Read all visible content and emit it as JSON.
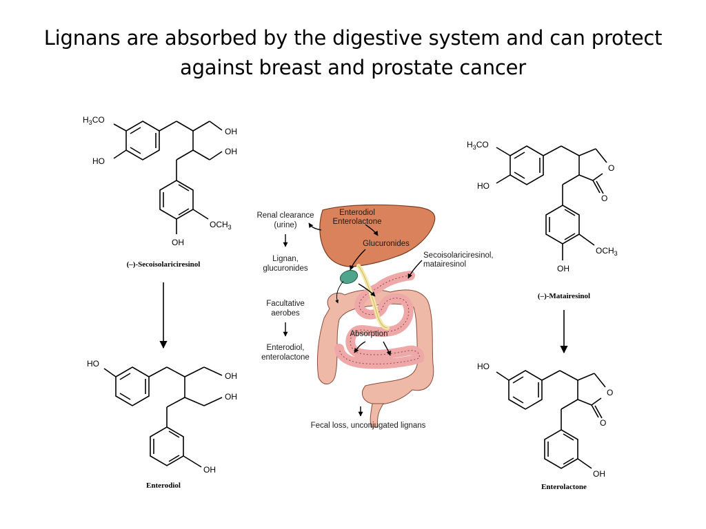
{
  "title": {
    "line1": "Lignans are absorbed by the digestive system and can protect",
    "line2": "against breast and prostate cancer"
  },
  "molecules": {
    "secoisolariciresinol": {
      "name": "(–)-Secoisolariciresinol",
      "groups": {
        "h3co": "H3CO",
        "ho": "HO",
        "oh1": "OH",
        "oh2": "OH",
        "och3": "OCH3",
        "oh_bottom": "OH"
      }
    },
    "enterodiol": {
      "name": "Enterodiol",
      "groups": {
        "ho": "HO",
        "oh1": "OH",
        "oh2": "OH",
        "oh_bottom": "OH"
      }
    },
    "matairesinol": {
      "name": "(–)-Matairesinol",
      "groups": {
        "h3co": "H3CO",
        "ho": "HO",
        "ring_o": "O",
        "carbonyl_o": "O",
        "och3": "OCH3",
        "oh_bottom": "OH"
      }
    },
    "enterolactone": {
      "name": "Enterolactone",
      "groups": {
        "ho": "HO",
        "ring_o": "O",
        "carbonyl_o": "O",
        "oh_bottom": "OH"
      }
    }
  },
  "digestion": {
    "renal_clearance": [
      "Renal clearance",
      "(urine)"
    ],
    "lignan_glucuronides": [
      "Lignan,",
      "glucuronides"
    ],
    "facultative_aerobes": [
      "Facultative",
      "aerobes"
    ],
    "enterodiol_enterolactone": [
      "Enterodiol,",
      "enterolactone"
    ],
    "liver_label": [
      "Enterodiol",
      "Enterolactone"
    ],
    "glucuronides": "Glucuronides",
    "seco_matai": [
      "Secoisolariciresinol,",
      "matairesinol"
    ],
    "absorption": "Absorption",
    "fecal_loss": "Fecal loss, unconjugated lignans"
  },
  "colors": {
    "liver": "#d9825b",
    "gallbladder": "#4fa58b",
    "duct": "#f4e6a3",
    "intestine": "#eea8a8",
    "colon": "#eebaa7"
  }
}
